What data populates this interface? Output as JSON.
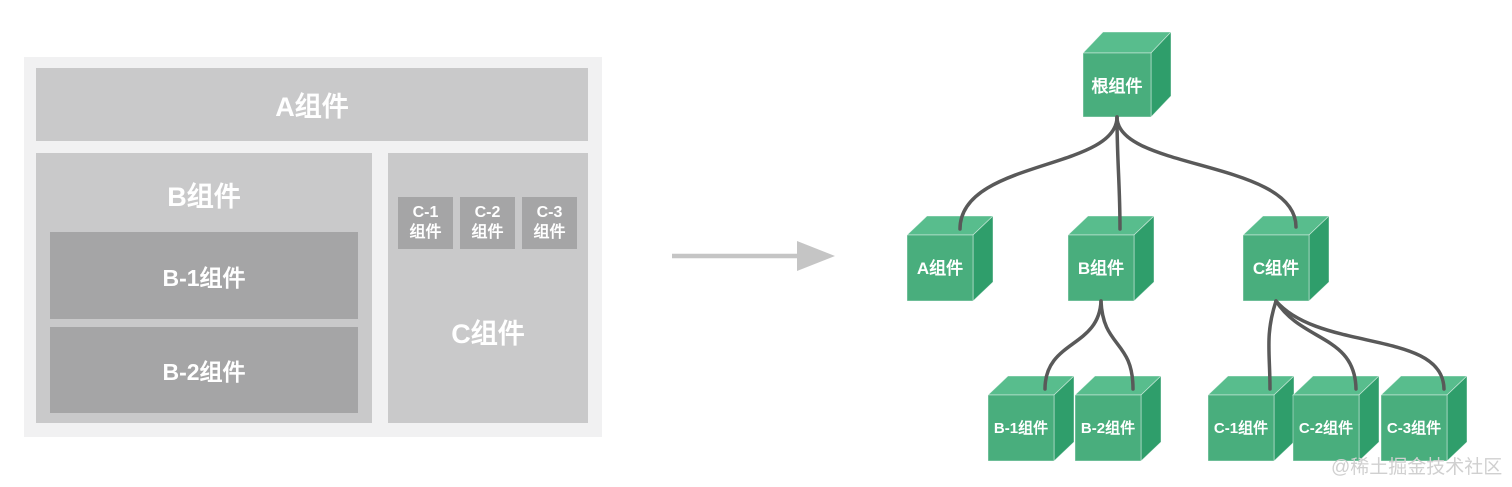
{
  "colors": {
    "cube_front": "#49ae7d",
    "cube_top": "#58bd8d",
    "cube_side": "#2f9e6b",
    "connector": "#595959",
    "arrow": "#c5c5c5",
    "panel_bg": "#f1f1f2",
    "box_light_gray": "#c9c9ca",
    "box_dark_gray": "#a5a5a6",
    "label_text": "#ffffff",
    "watermark_text": "#d0d0d0"
  },
  "left_panel": {
    "a_label": "A组件",
    "b_label": "B组件",
    "b1_label": "B-1组件",
    "b2_label": "B-2组件",
    "c_label": "C组件",
    "c_children": [
      {
        "line1": "C-1",
        "line2": "组件"
      },
      {
        "line1": "C-2",
        "line2": "组件"
      },
      {
        "line1": "C-3",
        "line2": "组件"
      }
    ]
  },
  "tree": {
    "nodes": {
      "root": {
        "label": "根组件"
      },
      "a": {
        "label": "A组件"
      },
      "b": {
        "label": "B组件"
      },
      "c": {
        "label": "C组件"
      },
      "b1": {
        "label": "B-1组件"
      },
      "b2": {
        "label": "B-2组件"
      },
      "c1": {
        "label": "C-1组件"
      },
      "c2": {
        "label": "C-2组件"
      },
      "c3": {
        "label": "C-3组件"
      }
    },
    "edges": [
      [
        "根组件",
        "A组件"
      ],
      [
        "根组件",
        "B组件"
      ],
      [
        "根组件",
        "C组件"
      ],
      [
        "B组件",
        "B-1组件"
      ],
      [
        "B组件",
        "B-2组件"
      ],
      [
        "C组件",
        "C-1组件"
      ],
      [
        "C组件",
        "C-2组件"
      ],
      [
        "C组件",
        "C-3组件"
      ]
    ]
  },
  "watermark": "@稀土掘金技术社区"
}
